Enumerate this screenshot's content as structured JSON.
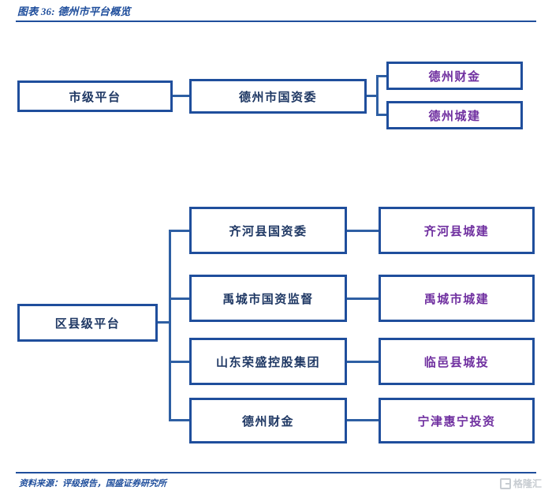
{
  "header": {
    "figure_label": "图表 36:",
    "title": "德州市平台概览",
    "full_title": "图表 36: 德州市平台概览"
  },
  "footer": {
    "source": "资料来源：评级报告，国盛证券研究所",
    "watermark": "格隆汇"
  },
  "colors": {
    "accent_blue": "#1F4E9C",
    "line_blue": "#2E5FA3",
    "navy_text": "#1F3864",
    "purple_text": "#7030A0",
    "background": "#FFFFFF"
  },
  "chart_data": {
    "type": "diagram",
    "title": "德州市平台概览",
    "layout": "horizontal-tree",
    "groups": [
      {
        "id": "city-level",
        "root": "市级平台",
        "parent": "德州市国资委",
        "children": [
          "德州财金",
          "德州城建"
        ]
      },
      {
        "id": "district-county-level",
        "root": "区县级平台",
        "branches": [
          {
            "parent": "齐河县国资委",
            "child": "齐河县城建"
          },
          {
            "parent": "禹城市国资监督",
            "child": "禹城市城建"
          },
          {
            "parent": "山东荣盛控股集团",
            "child": "临邑县城投"
          },
          {
            "parent": "德州财金",
            "child": "宁津惠宁投资"
          }
        ]
      }
    ]
  },
  "nodes": {
    "city_root": "市级平台",
    "city_parent": "德州市国资委",
    "city_child_1": "德州财金",
    "city_child_2": "德州城建",
    "county_root": "区县级平台",
    "county_parent_1": "齐河县国资委",
    "county_child_1": "齐河县城建",
    "county_parent_2": "禹城市国资监督",
    "county_child_2": "禹城市城建",
    "county_parent_3": "山东荣盛控股集团",
    "county_child_3": "临邑县城投",
    "county_parent_4": "德州财金",
    "county_child_4": "宁津惠宁投资"
  }
}
